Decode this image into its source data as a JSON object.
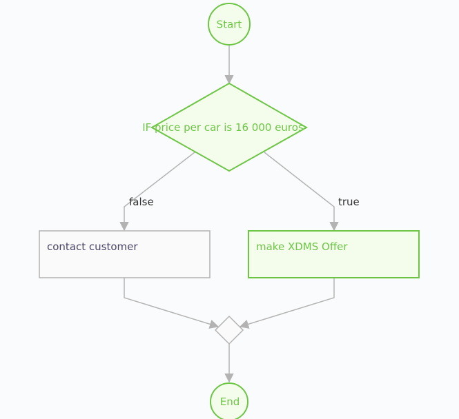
{
  "colors": {
    "background": "#fafbfc",
    "accent_stroke": "#6cc644",
    "accent_fill": "#f4fdec",
    "accent_text": "#6cc644",
    "neutral_stroke": "#b3b3b3",
    "neutral_fill": "#fafafa",
    "neutral_text": "#4a4466",
    "edge": "#b3b3b3",
    "edge_label": "#333333"
  },
  "nodes": {
    "start": {
      "label": "Start"
    },
    "decision": {
      "label": "IF price per car is 16 000 euros"
    },
    "task_false": {
      "label": "contact customer"
    },
    "task_true": {
      "label": "make XDMS Offer"
    },
    "gateway": {
      "label": ""
    },
    "end": {
      "label": "End"
    }
  },
  "edges": {
    "false_label": "false",
    "true_label": "true"
  }
}
